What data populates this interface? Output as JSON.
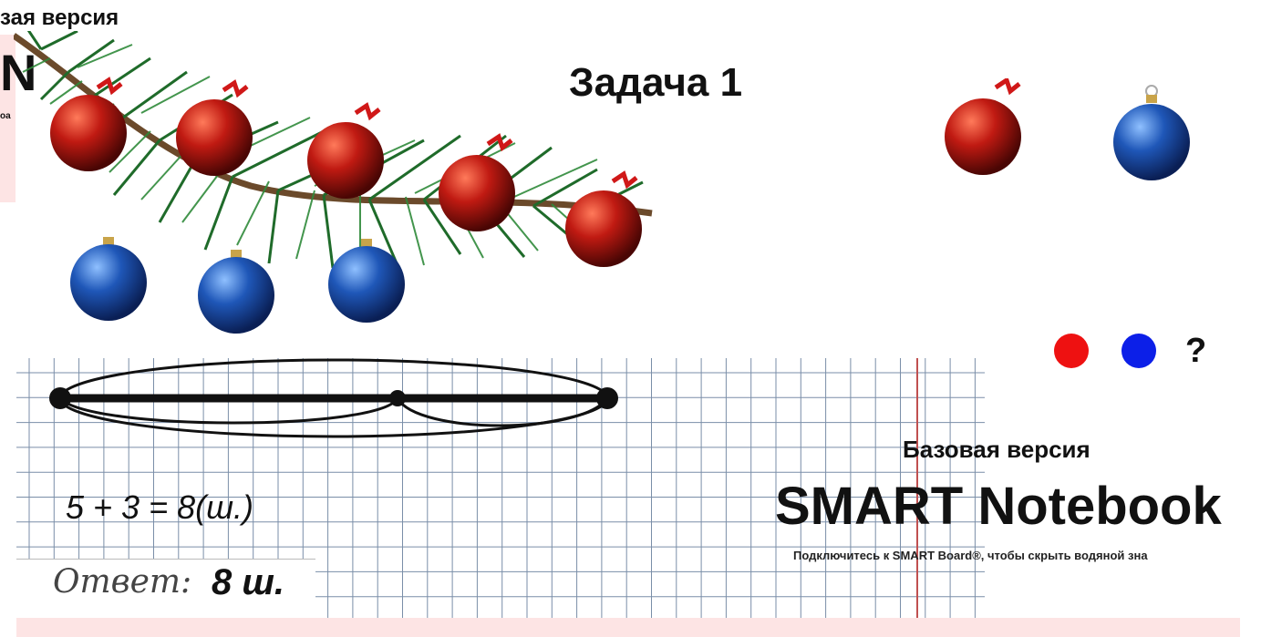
{
  "watermark": {
    "top_fragment_text": "зая версия",
    "top_fragment_big": "N",
    "top_fragment_small": "oa",
    "subtitle": "Базовая версия",
    "product": "SMART Notebook",
    "hint": "Подключитесь к SMART Board®, чтобы скрыть водяной зна"
  },
  "task": {
    "title": "Задача 1"
  },
  "legend": {
    "red_color": "#ee1111",
    "blue_color": "#0c1fe8",
    "question": "?"
  },
  "ornaments": {
    "red_count_on_branch": 5,
    "blue_count_on_branch": 3,
    "red_color": "#c01a12",
    "blue_color": "#1f57b8"
  },
  "solution": {
    "equation": "5 +  3 =  8(ш.)",
    "answer_label": "Ответ:",
    "answer_value": "8 ш."
  },
  "grid": {
    "line_color": "#7a8ea8",
    "margin_line_color": "#c05050"
  }
}
